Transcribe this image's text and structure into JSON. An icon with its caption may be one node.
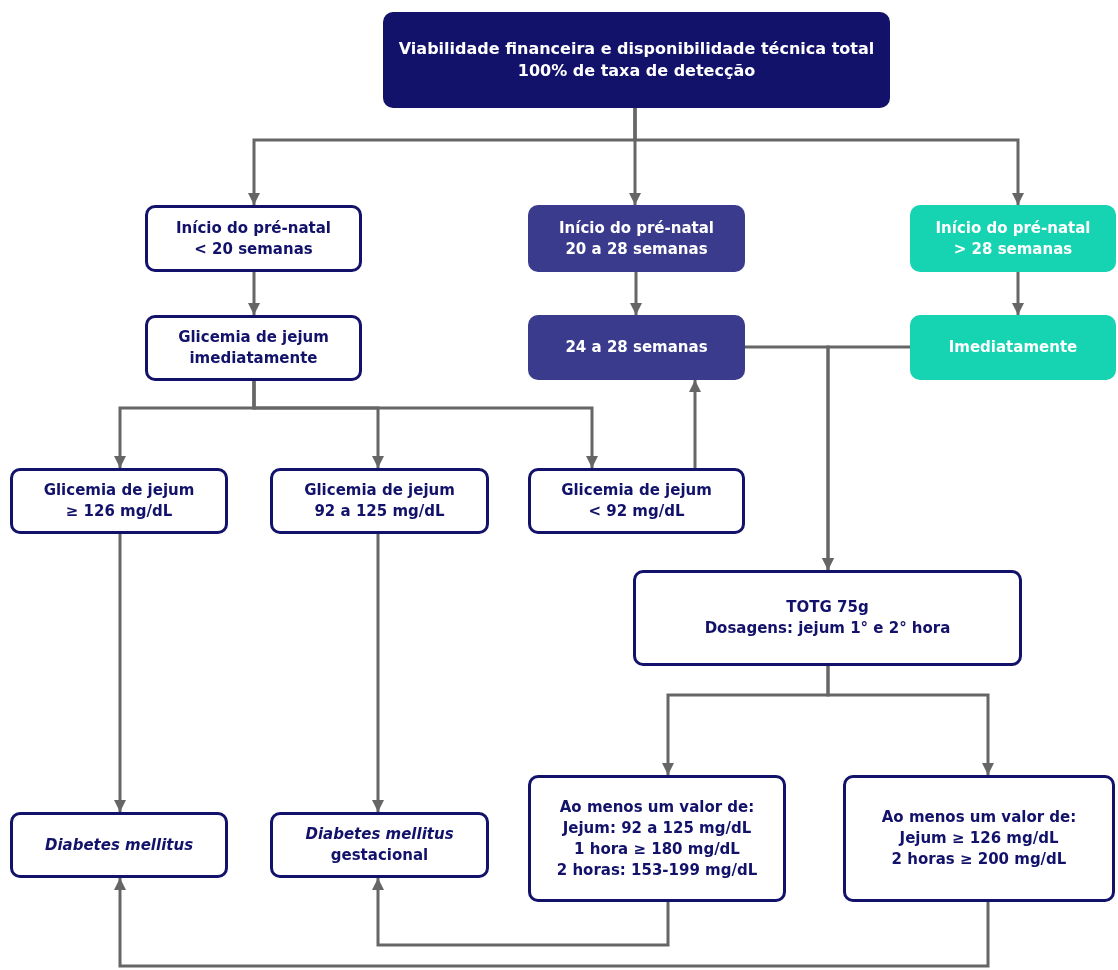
{
  "diagram": {
    "nodes": [
      {
        "text": [
          "Viabilidade financeira e disponibilidade técnica total 100% de taxa de detecção"
        ]
      },
      {
        "text": [
          "Início do pré-natal",
          "< 20 semanas"
        ]
      },
      {
        "text": [
          "Início do pré-natal",
          "20 a 28 semanas"
        ]
      },
      {
        "text": [
          "Início do pré-natal",
          "> 28 semanas"
        ]
      },
      {
        "text": [
          "Glicemia de jejum imediatamente"
        ]
      },
      {
        "text": [
          "24 a 28 semanas"
        ]
      },
      {
        "text": [
          "Imediatamente"
        ]
      },
      {
        "text": [
          "Glicemia de jejum",
          "≥ 126 mg/dL"
        ]
      },
      {
        "text": [
          "Glicemia de jejum",
          "92 a 125 mg/dL"
        ]
      },
      {
        "text": [
          "Glicemia de jejum",
          "< 92 mg/dL"
        ]
      },
      {
        "text": [
          "TOTG 75g",
          "Dosagens: jejum 1° e 2° hora"
        ]
      },
      {
        "text": [
          "Diabetes mellitus"
        ]
      },
      {
        "text": [
          "*Diabetes mellitus* gestacional"
        ]
      },
      {
        "text": [
          "Ao menos um valor de:",
          "Jejum: 92 a 125 mg/dL",
          "1 hora ≥ 180 mg/dL",
          "2 horas: 153-199 mg/dL"
        ]
      },
      {
        "text": [
          "Ao menos um valor de:",
          "Jejum ≥ 126 mg/dL",
          "2 horas ≥ 200 mg/dL"
        ]
      }
    ],
    "edges": [
      {
        "from": 0,
        "to": 1,
        "arrow": "to"
      },
      {
        "from": 0,
        "to": 2,
        "arrow": "to"
      },
      {
        "from": 0,
        "to": 3,
        "arrow": "to"
      },
      {
        "from": 1,
        "to": 4,
        "arrow": "to"
      },
      {
        "from": 2,
        "to": 5,
        "arrow": "to"
      },
      {
        "from": 3,
        "to": 6,
        "arrow": "to"
      },
      {
        "from": 4,
        "to": 7,
        "arrow": "to"
      },
      {
        "from": 4,
        "to": 8,
        "arrow": "to"
      },
      {
        "from": 4,
        "to": 9,
        "arrow": "to"
      },
      {
        "from": 9,
        "to": 5,
        "arrow": "to"
      },
      {
        "from": 5,
        "to": 10,
        "arrow": "to"
      },
      {
        "from": 6,
        "to": 10,
        "arrow": "to"
      },
      {
        "from": 7,
        "to": 11,
        "arrow": "to"
      },
      {
        "from": 8,
        "to": 12,
        "arrow": "to"
      },
      {
        "from": 10,
        "to": 13,
        "arrow": "to"
      },
      {
        "from": 10,
        "to": 14,
        "arrow": "to"
      },
      {
        "from": 13,
        "to": 12,
        "arrow": "to"
      },
      {
        "from": 14,
        "to": 11,
        "arrow": "to"
      }
    ]
  }
}
